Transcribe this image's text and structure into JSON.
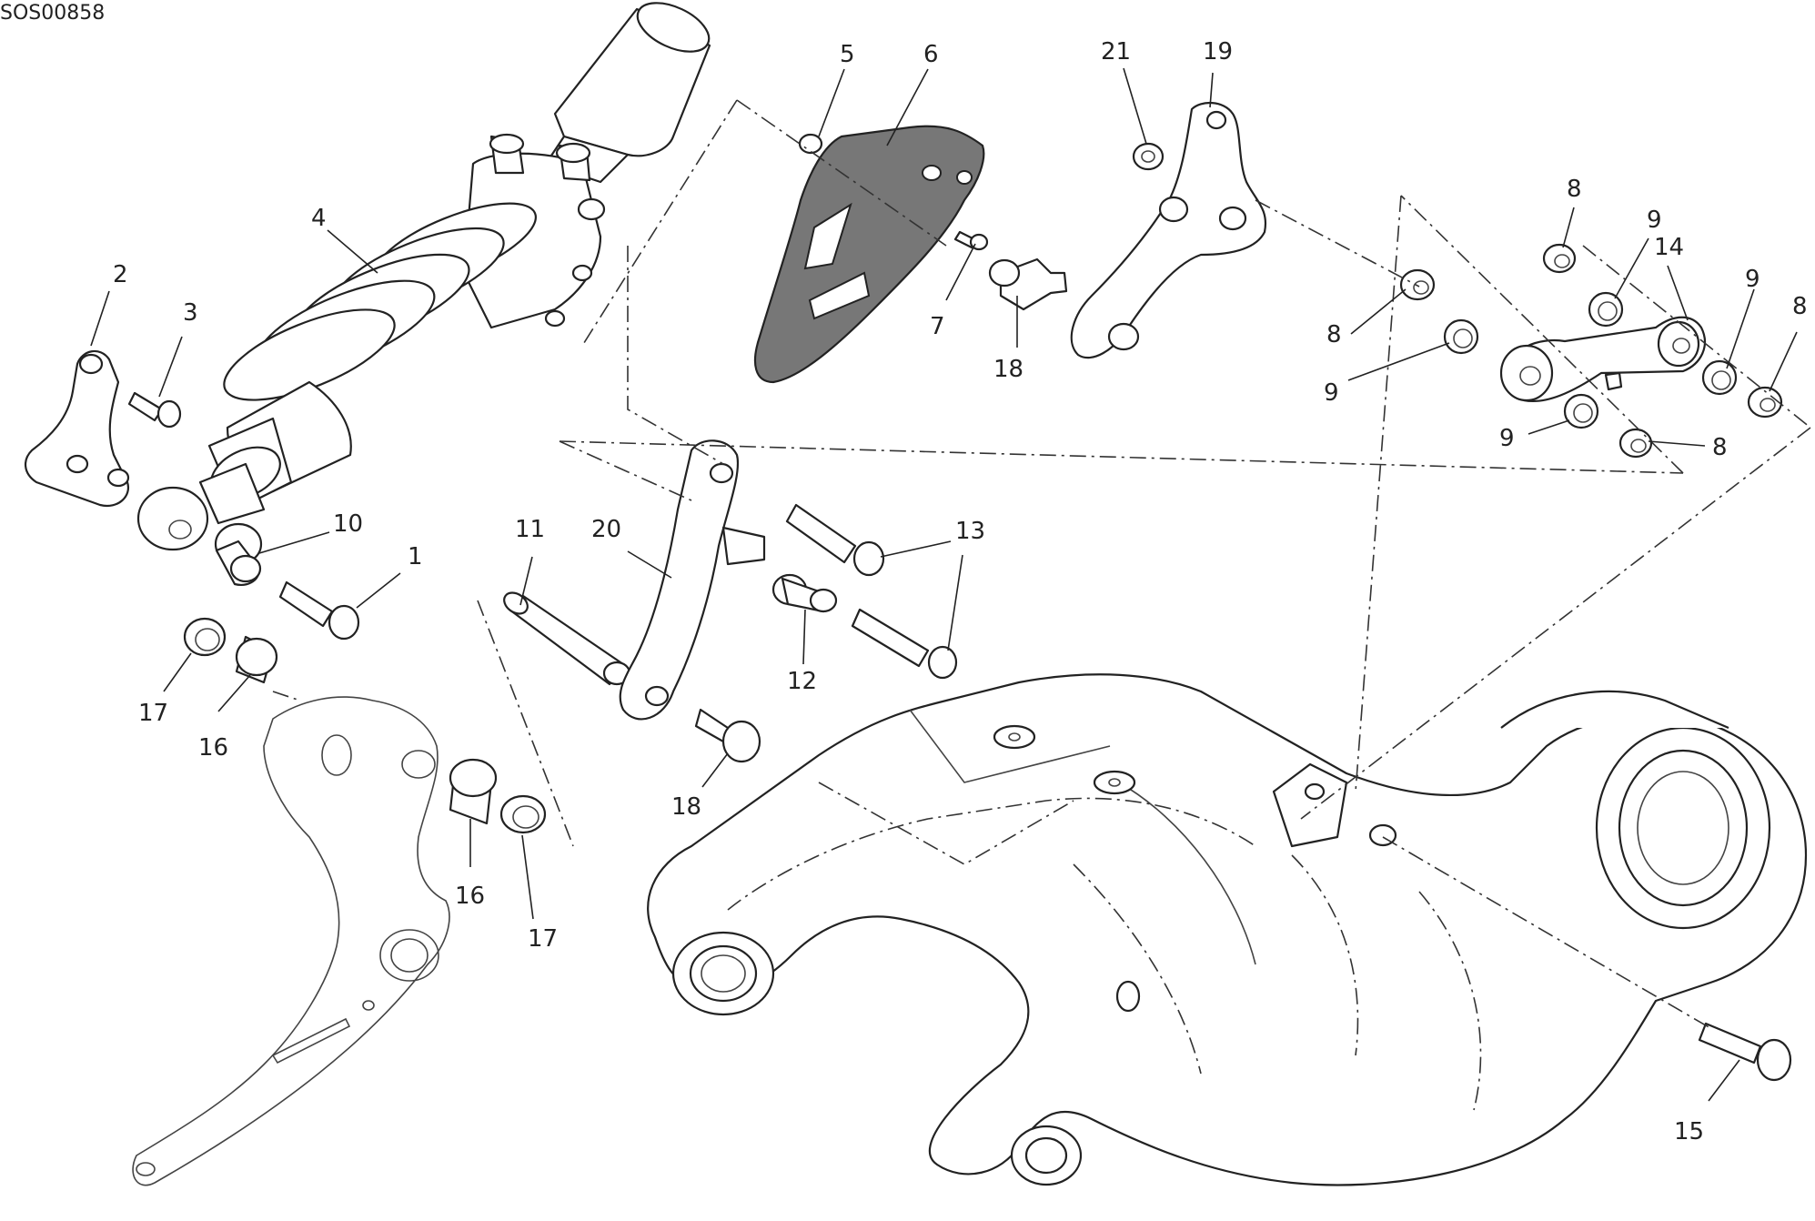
{
  "diagram": {
    "code": "SOS00858",
    "callouts": [
      {
        "id": "c1",
        "text": "1"
      },
      {
        "id": "c2",
        "text": "2"
      },
      {
        "id": "c3",
        "text": "3"
      },
      {
        "id": "c4",
        "text": "4"
      },
      {
        "id": "c5",
        "text": "5"
      },
      {
        "id": "c6",
        "text": "6"
      },
      {
        "id": "c7",
        "text": "7"
      },
      {
        "id": "c8a",
        "text": "8"
      },
      {
        "id": "c8b",
        "text": "8"
      },
      {
        "id": "c8c",
        "text": "8"
      },
      {
        "id": "c8d",
        "text": "8"
      },
      {
        "id": "c9a",
        "text": "9"
      },
      {
        "id": "c9b",
        "text": "9"
      },
      {
        "id": "c9c",
        "text": "9"
      },
      {
        "id": "c9d",
        "text": "9"
      },
      {
        "id": "c10",
        "text": "10"
      },
      {
        "id": "c11",
        "text": "11"
      },
      {
        "id": "c12",
        "text": "12"
      },
      {
        "id": "c13",
        "text": "13"
      },
      {
        "id": "c14",
        "text": "14"
      },
      {
        "id": "c15",
        "text": "15"
      },
      {
        "id": "c16a",
        "text": "16"
      },
      {
        "id": "c16b",
        "text": "16"
      },
      {
        "id": "c17a",
        "text": "17"
      },
      {
        "id": "c17b",
        "text": "17"
      },
      {
        "id": "c18a",
        "text": "18"
      },
      {
        "id": "c18b",
        "text": "18"
      },
      {
        "id": "c19",
        "text": "19"
      },
      {
        "id": "c20",
        "text": "20"
      },
      {
        "id": "c21",
        "text": "21"
      }
    ]
  }
}
